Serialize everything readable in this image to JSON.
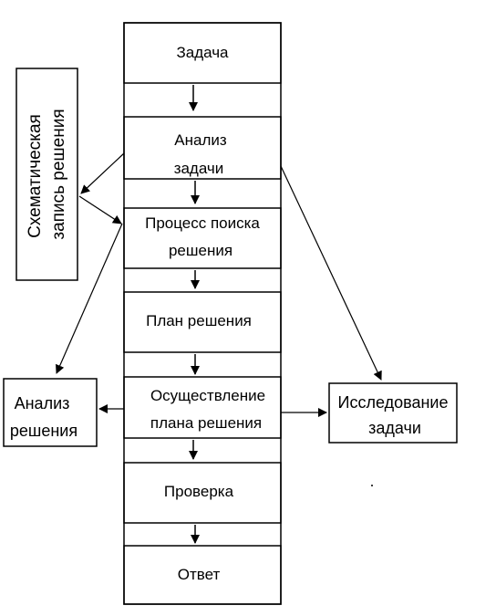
{
  "diagram": {
    "steps": [
      {
        "lines": [
          "Задача"
        ]
      },
      {
        "lines": [
          "Анализ",
          "задачи"
        ]
      },
      {
        "lines": [
          "Процесс поиска",
          "решения"
        ]
      },
      {
        "lines": [
          "План решения"
        ]
      },
      {
        "lines": [
          "Осуществление",
          "плана решения"
        ]
      },
      {
        "lines": [
          "Проверка"
        ]
      },
      {
        "lines": [
          "Ответ"
        ]
      }
    ],
    "side_boxes": {
      "schematic_record": {
        "lines": [
          "Схематическая",
          "запись решения"
        ]
      },
      "solution_analysis": {
        "lines": [
          "Анализ",
          "решения"
        ]
      },
      "problem_study": {
        "lines": [
          "Исследование",
          "задачи"
        ]
      }
    }
  }
}
